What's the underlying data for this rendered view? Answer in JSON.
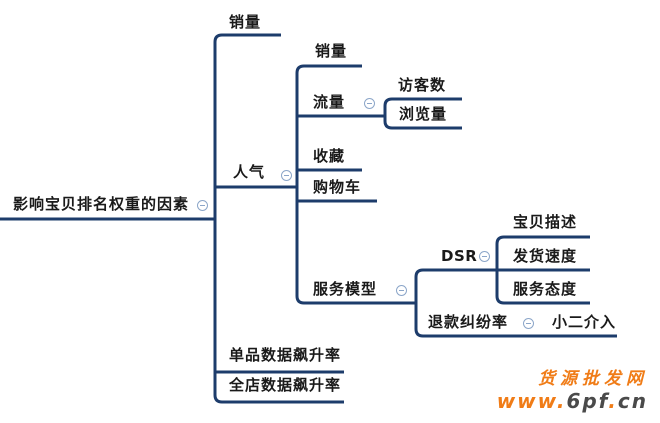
{
  "diagram": {
    "type": "mindmap-logic-chart",
    "direction": "right",
    "colors": {
      "background": "#ffffff",
      "line": "#1d3c6b",
      "text": "#1a1a1a",
      "collapse_ring": "#8ca6c9",
      "watermark_orange": "#f07c17",
      "watermark_dark": "#4a4a4a"
    }
  },
  "tree": {
    "label": "影响宝贝排名权重的因素",
    "collapse_icon": "minus",
    "children": [
      {
        "label": "销量"
      },
      {
        "label": "人气",
        "collapse_icon": "minus",
        "children": [
          {
            "label": "销量"
          },
          {
            "label": "流量",
            "collapse_icon": "minus",
            "children": [
              {
                "label": "访客数"
              },
              {
                "label": "浏览量"
              }
            ]
          },
          {
            "label": "收藏"
          },
          {
            "label": "购物车"
          },
          {
            "label": "服务模型",
            "collapse_icon": "minus",
            "children": [
              {
                "label": "DSR",
                "collapse_icon": "minus",
                "children": [
                  {
                    "label": "宝贝描述"
                  },
                  {
                    "label": "发货速度"
                  },
                  {
                    "label": "服务态度"
                  }
                ]
              },
              {
                "label": "退款纠纷率",
                "collapse_icon": "minus",
                "children": [
                  {
                    "label": "小二介入"
                  }
                ]
              }
            ]
          }
        ]
      },
      {
        "label": "单品数据飙升率"
      },
      {
        "label": "全店数据飙升率"
      }
    ]
  },
  "watermark": {
    "site_name": "货源批发网",
    "url_www": "www.",
    "url_domain": "6pf",
    "url_dot": ".",
    "url_tld": "cn"
  }
}
